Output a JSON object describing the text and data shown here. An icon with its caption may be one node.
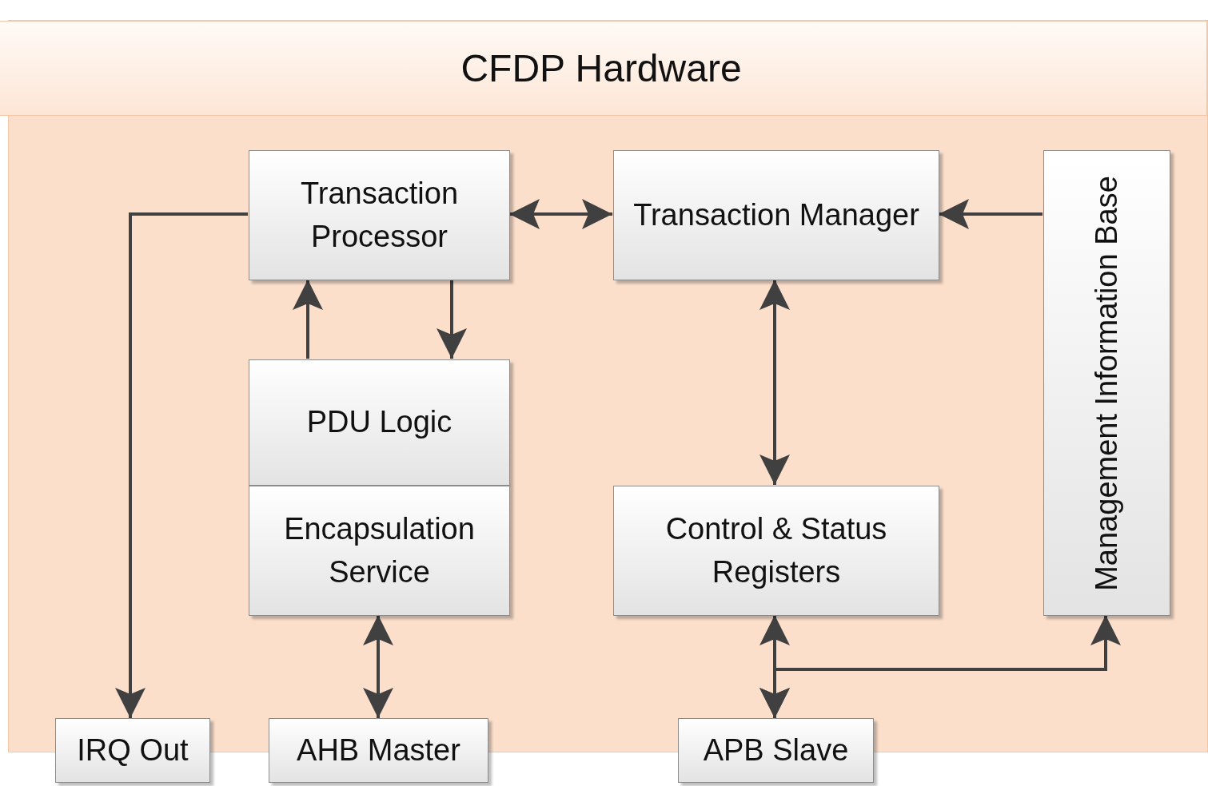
{
  "diagram": {
    "nodes": [
      {
        "text": [
          "CFDP Hardware"
        ]
      },
      {
        "text": [
          "Transaction Processor"
        ],
        "in": 0
      },
      {
        "text": [
          "Transaction Manager"
        ],
        "in": 0
      },
      {
        "text": [
          "Management Information Base"
        ],
        "in": 0
      },
      {
        "text": [
          "PDU Logic"
        ],
        "in": 0
      },
      {
        "text": [
          "Encapsulation Service"
        ],
        "in": 0
      },
      {
        "text": [
          "Control & Status Registers"
        ],
        "in": 0
      },
      {
        "text": [
          "IRQ Out"
        ]
      },
      {
        "text": [
          "AHB Master"
        ]
      },
      {
        "text": [
          "APB Slave"
        ]
      }
    ],
    "edges": [
      {
        "from": 1,
        "to": 7,
        "arrow": "to"
      },
      {
        "from": 1,
        "to": 2,
        "arrow": "both"
      },
      {
        "from": 3,
        "to": 2,
        "arrow": "to"
      },
      {
        "from": 4,
        "to": 1,
        "arrow": "to"
      },
      {
        "from": 1,
        "to": 4,
        "arrow": "to"
      },
      {
        "from": 2,
        "to": 6,
        "arrow": "both"
      },
      {
        "from": 5,
        "to": 8,
        "arrow": "both"
      },
      {
        "from": 6,
        "to": 9,
        "arrow": "both"
      },
      {
        "from": 9,
        "to": 3,
        "arrow": "both"
      }
    ]
  }
}
